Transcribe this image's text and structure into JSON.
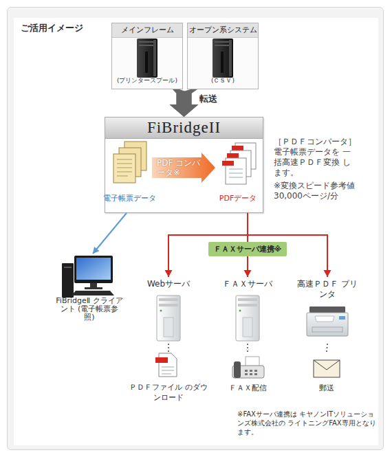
{
  "diagram": {
    "title": "ご活用イメージ",
    "nodes": [
      {
        "text": [
          "メインフレーム",
          "(プリンタースプール)"
        ]
      },
      {
        "text": [
          "オープン系システム",
          "(ＣＳＶ)"
        ]
      },
      {
        "text": [
          "FiBridgeII"
        ]
      },
      {
        "text": [
          "電子帳票データ"
        ],
        "in": 2
      },
      {
        "text": [
          "PDFデータ"
        ],
        "in": 2
      },
      {
        "text": [
          "FiBridgeⅡ クライアント (電子帳票参照)"
        ]
      },
      {
        "text": [
          "Webサーバ"
        ]
      },
      {
        "text": [
          "ＦＡＸサーバ"
        ]
      },
      {
        "text": [
          "高速ＰＤＦ プリンタ"
        ]
      },
      {
        "text": [
          "ＰＤＦファイル のダウンロード"
        ]
      },
      {
        "text": [
          "ＦＡＸ配信"
        ]
      },
      {
        "text": [
          "郵送"
        ]
      }
    ],
    "edges": [
      {
        "from": 0,
        "to": 2,
        "arrow": "to"
      },
      {
        "from": 1,
        "to": 2,
        "label": "転送",
        "arrow": "to"
      },
      {
        "from": 3,
        "to": 4,
        "label": "PDF コンバータ※",
        "arrow": "to"
      },
      {
        "from": 3,
        "to": 5,
        "arrow": "to"
      },
      {
        "from": 4,
        "to": 6,
        "arrow": "to"
      },
      {
        "from": 4,
        "to": 7,
        "label": "ＦＡＸサーバ連携※",
        "arrow": "to"
      },
      {
        "from": 4,
        "to": 8,
        "arrow": "to"
      },
      {
        "from": 6,
        "to": 9,
        "arrow": "none"
      },
      {
        "from": 7,
        "to": 10,
        "arrow": "none"
      },
      {
        "from": 8,
        "to": 11,
        "arrow": "none"
      }
    ],
    "labels": [
      "［ＰＤＦコンバータ］",
      "電子帳票データを 一括高速ＰＤＦ変換 します。",
      "※変換スピード参考値 30,000ページ/分",
      "※FAXサーバ連携は キヤノンITソリューションズ株式会社の ライトニングFAX専用となります。"
    ]
  }
}
